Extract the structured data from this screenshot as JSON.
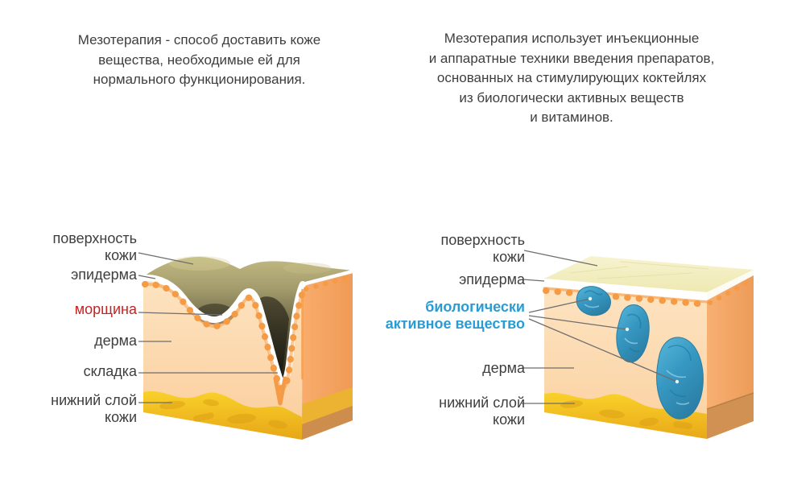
{
  "intro": {
    "left_text": "Мезотерапия - способ доставить коже\nвещества, необходимые ей для\nнормального функционирования.",
    "right_text": "Мезотерапия использует инъекционные\nи аппаратные техники введения препаратов,\nоснованных на стимулирующих коктейлях\nиз биологически активных веществ\nи витаминов."
  },
  "left_diagram": {
    "labels": {
      "surface": "поверхность\nкожи",
      "epidermis": "эпидерма",
      "wrinkle": "морщина",
      "dermis": "дерма",
      "fold": "складка",
      "lower_layer": "нижний слой\nкожи"
    }
  },
  "right_diagram": {
    "labels": {
      "surface": "поверхность\nкожи",
      "epidermis": "эпидерма",
      "active_substance": "биологически\nактивное вещество",
      "dermis": "дерма",
      "lower_layer": "нижний слой\nкожи"
    }
  },
  "colors": {
    "intro_text": "#3e3e3e",
    "label_text": "#3e3e3e",
    "wrinkle_label": "#c62222",
    "active_substance_label": "#2b9cd3",
    "leader_line": "#6e6e6e",
    "dermis_fill": "#fcd8ae",
    "epidermis_white": "#ffffff",
    "epidermis_bumps": "#f59b46",
    "subcutaneous_gold": "#f2c022",
    "side_face_orange": "#f3a466",
    "aged_surface_olive": "#8d865e",
    "substance_blue": "#3a9fc8"
  }
}
